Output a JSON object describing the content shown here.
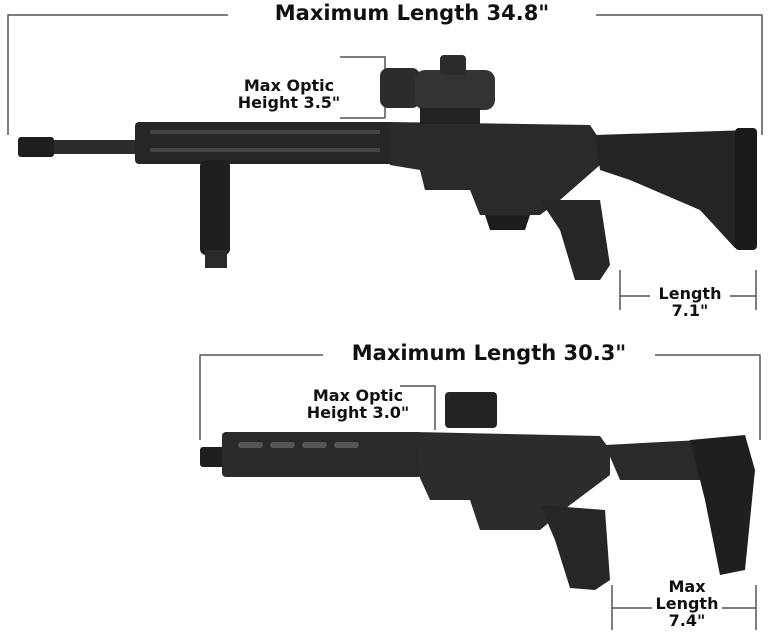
{
  "rifle": {
    "max_length_label": "Maximum Length 34.8\"",
    "optic_height_line1": "Max Optic",
    "optic_height_line2": "Height 3.5\"",
    "stock_length_line1": "Length",
    "stock_length_line2": "7.1\""
  },
  "pistol": {
    "max_length_label": "Maximum Length 30.3\"",
    "optic_height_line1": "Max Optic",
    "optic_height_line2": "Height 3.0\"",
    "brace_length_line1": "Max",
    "brace_length_line2": "Length",
    "brace_length_line3": "7.4\""
  },
  "colors": {
    "gun": "#2b2b2b",
    "gun_dark": "#161616",
    "line": "#555555"
  }
}
